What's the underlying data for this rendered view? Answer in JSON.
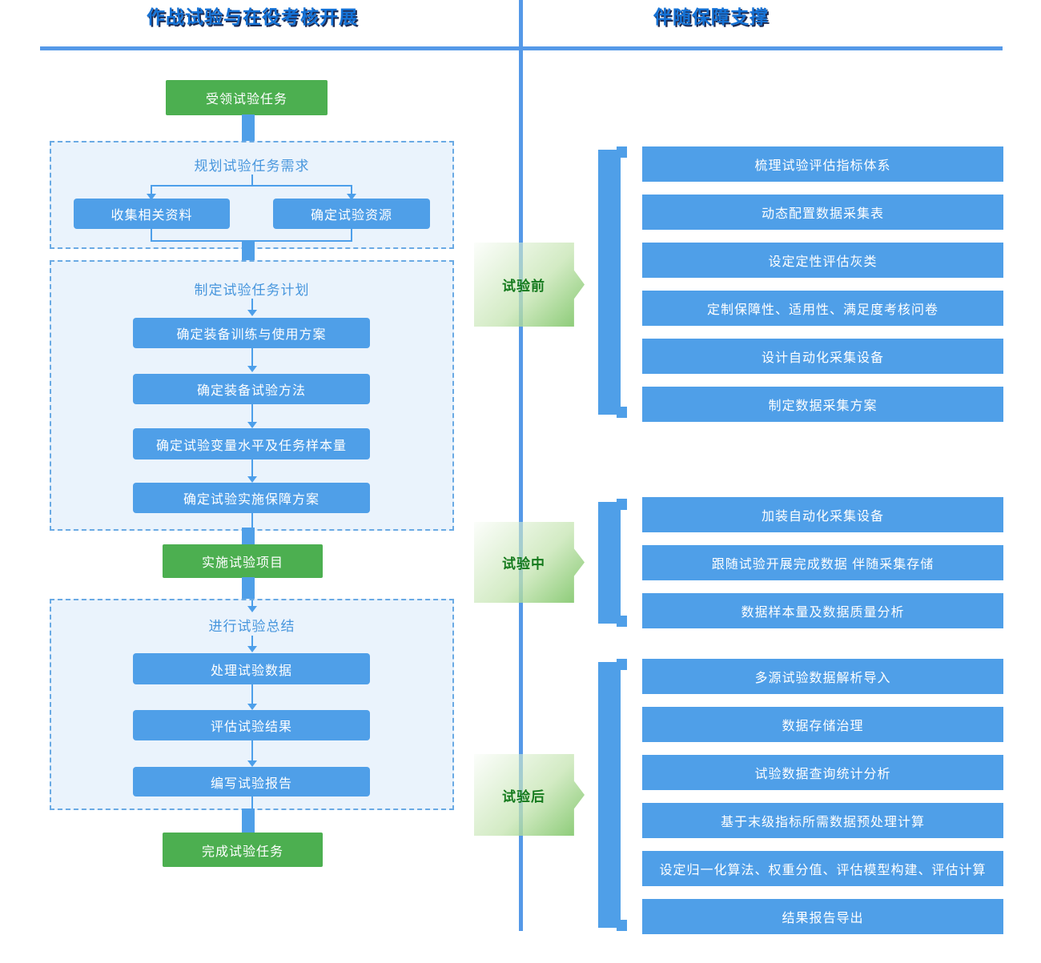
{
  "header": {
    "left_title": "作战试验与在役考核开展",
    "right_title": "伴随保障支撑"
  },
  "flow": {
    "start": "受领试验任务",
    "phase1": {
      "title": "规划试验任务需求",
      "left_box": "收集相关资料",
      "right_box": "确定试验资源"
    },
    "phase2": {
      "title": "制定试验任务计划",
      "steps": [
        "确定装备训练与使用方案",
        "确定装备试验方法",
        "确定试验变量水平及任务样本量",
        "确定试验实施保障方案"
      ]
    },
    "milestone": "实施试验项目",
    "phase3": {
      "title": "进行试验总结",
      "steps": [
        "处理试验数据",
        "评估试验结果",
        "编写试验报告"
      ]
    },
    "end": "完成试验任务"
  },
  "support": {
    "groups": [
      {
        "label": "试验前",
        "items": [
          "梳理试验评估指标体系",
          "动态配置数据采集表",
          "设定定性评估灰类",
          "定制保障性、适用性、满足度考核问卷",
          "设计自动化采集设备",
          "制定数据采集方案"
        ]
      },
      {
        "label": "试验中",
        "items": [
          "加装自动化采集设备",
          "跟随试验开展完成数据 伴随采集存储",
          "数据样本量及数据质量分析"
        ]
      },
      {
        "label": "试验后",
        "items": [
          "多源试验数据解析导入",
          "数据存储治理",
          "试验数据查询统计分析",
          "基于末级指标所需数据预处理计算",
          "设定归一化算法、权重分值、评估模型构建、评估计算",
          "结果报告导出"
        ]
      }
    ]
  },
  "colors": {
    "bar_blue": "#4F9FE8",
    "line_blue": "#5599E8",
    "node_green": "#4CAF50",
    "container_bg": "#EAF3FC",
    "dashed_border": "#6AAAE4",
    "phase_title_blue": "#4796DD",
    "badge_text_green": "#157A1D",
    "header_blue": "#1472D6"
  }
}
